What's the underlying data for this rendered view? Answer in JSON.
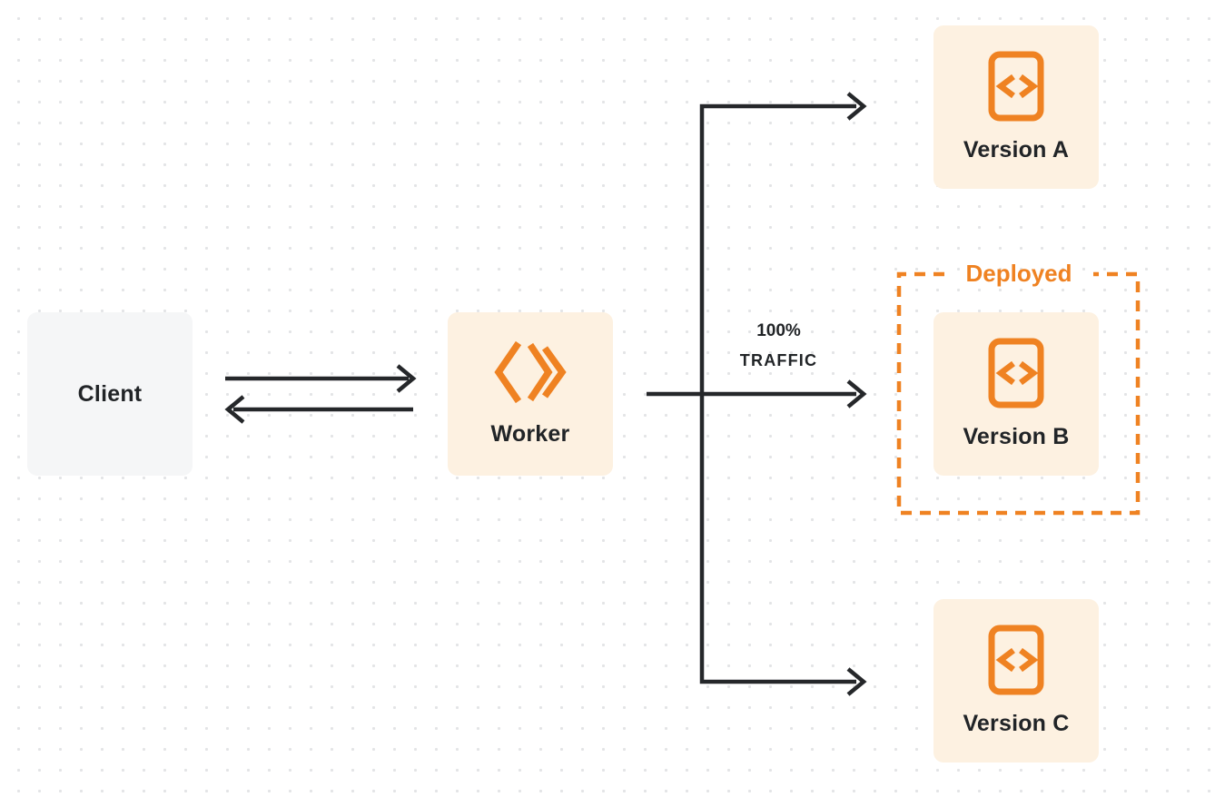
{
  "nodes": {
    "client": {
      "label": "Client"
    },
    "worker": {
      "label": "Worker"
    },
    "version_a": {
      "label": "Version A"
    },
    "version_b": {
      "label": "Version B"
    },
    "version_c": {
      "label": "Version C"
    }
  },
  "annotations": {
    "deployed_label": "Deployed",
    "traffic_percent": "100%",
    "traffic_word": "TRAFFIC"
  },
  "edges": [
    {
      "from": "client",
      "to": "worker",
      "bidirectional": true
    },
    {
      "from": "worker",
      "to": "version_a"
    },
    {
      "from": "worker",
      "to": "version_b",
      "label": "100% TRAFFIC"
    },
    {
      "from": "worker",
      "to": "version_c"
    },
    {
      "boundary": "deployed",
      "around": "version_b"
    }
  ],
  "icons": {
    "worker_logo": "workers-double-chevron-diamond-icon",
    "version_icon": "code-file-icon"
  },
  "colors": {
    "orange": "#ef8222",
    "node_cream": "#fdf1e1",
    "client_gray": "#f5f6f7",
    "arrow_dark": "#25272a",
    "dot_grid": "#e3e4e6",
    "background": "#ffffff"
  }
}
